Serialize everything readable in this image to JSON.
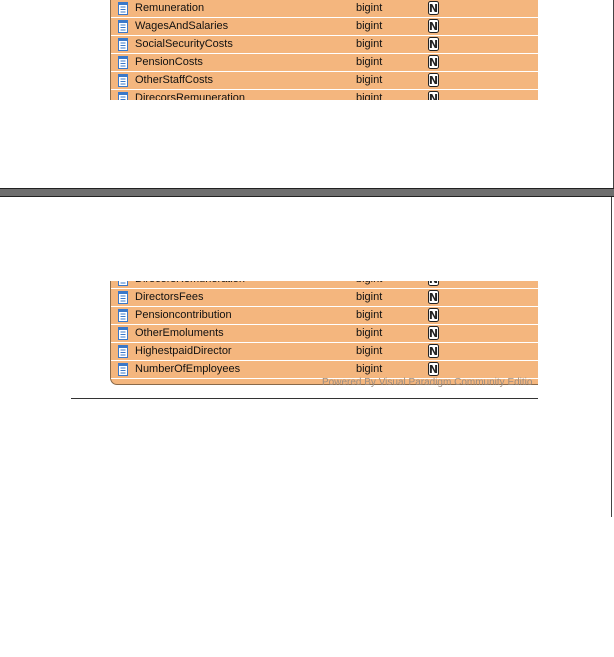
{
  "top_rows": [
    {
      "name": "Remuneration",
      "type": "bigint"
    },
    {
      "name": "WagesAndSalaries",
      "type": "bigint"
    },
    {
      "name": "SocialSecurityCosts",
      "type": "bigint"
    },
    {
      "name": "PensionCosts",
      "type": "bigint"
    },
    {
      "name": "OtherStaffCosts",
      "type": "bigint"
    },
    {
      "name": "DirecorsRemuneration",
      "type": "bigint"
    }
  ],
  "bottom_rows": [
    {
      "name": "DirecorsRemuneration",
      "type": "bigint"
    },
    {
      "name": "DirectorsFees",
      "type": "bigint"
    },
    {
      "name": "Pensioncontribution",
      "type": "bigint"
    },
    {
      "name": "OtherEmoluments",
      "type": "bigint"
    },
    {
      "name": "HighestpaidDirector",
      "type": "bigint"
    },
    {
      "name": "NumberOfEmployees",
      "type": "bigint"
    }
  ],
  "nullable_glyph": "N",
  "watermark": "Powered By  Visual Paradigm Community Editio",
  "colors": {
    "table_fill": "#f4b67e",
    "column_icon": "#3a78c9"
  }
}
